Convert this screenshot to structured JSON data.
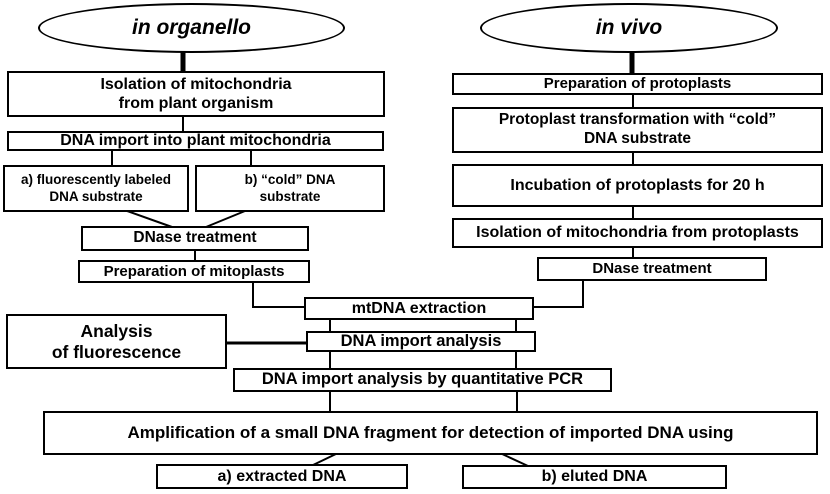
{
  "colors": {
    "line": "#000000",
    "background": "#ffffff"
  },
  "flowchart": {
    "in_organello": {
      "title": "in organello",
      "steps": {
        "isolation": "Isolation of mitochondria\nfrom plant organism",
        "import": "DNA import into plant mitochondria",
        "substrate_a": "a) fluorescently labeled\nDNA substrate",
        "substrate_b": "b) “cold” DNA\nsubstrate",
        "dnase": "DNase treatment",
        "mitoplasts": "Preparation of mitoplasts"
      }
    },
    "in_vivo": {
      "title": "in vivo",
      "steps": {
        "protoplasts": "Preparation of protoplasts",
        "transformation": "Protoplast transformation with “cold”\nDNA substrate",
        "incubation": "Incubation of protoplasts for 20 h",
        "isolation": "Isolation of mitochondria from protoplasts",
        "dnase": "DNase treatment"
      }
    },
    "shared": {
      "mtdna_extraction": "mtDNA extraction",
      "fluorescence_analysis": "Analysis\nof fluorescence",
      "import_analysis": "DNA import analysis",
      "qpcr_analysis": "DNA import analysis by quantitative PCR",
      "amplification": "Amplification of a small DNA fragment for detection of imported DNA using",
      "template_a": "a) extracted DNA",
      "template_b": "b) eluted DNA"
    }
  }
}
